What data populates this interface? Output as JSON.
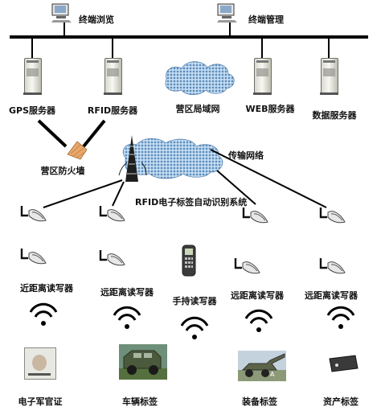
{
  "top_nodes": {
    "terminal_browse": "终端浏览",
    "terminal_manage": "终端管理"
  },
  "servers": {
    "gps": "GPS服务器",
    "rfid": "RFID服务器",
    "campus_lan": "营区局域网",
    "web": "WEB服务器",
    "data": "数据服务器"
  },
  "middle": {
    "firewall": "营区防火墙",
    "transport_network": "传输网络",
    "rfid_system": "RFID电子标签自动识别系统"
  },
  "readers": {
    "near_left": "近距离读写器",
    "far_left": "远距离读写器",
    "handheld": "手持读写器",
    "far_right_1": "远距离读写器",
    "far_right_2": "远距离读写器"
  },
  "tags": {
    "id_card": "电子军官证",
    "vehicle": "车辆标签",
    "equipment": "装备标签",
    "asset": "资产标签"
  },
  "icons": {
    "terminal": "computer-terminal-icon",
    "server": "server-tower-icon",
    "cloud": "network-cloud-icon",
    "firewall": "firewall-icon",
    "antenna": "antenna-tower-icon",
    "reader": "rfid-reader-icon",
    "handheld": "handheld-scanner-icon",
    "wave": "wireless-signal-icon"
  },
  "colors": {
    "line": "#000000",
    "cloud": "#9fc3e4",
    "firewall": "#e8a86a",
    "text": "#111111"
  }
}
